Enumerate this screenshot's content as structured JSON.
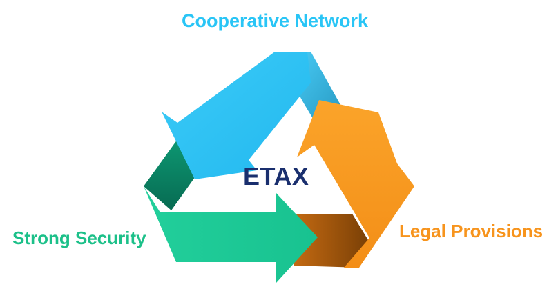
{
  "center": {
    "label": "ETAX",
    "color": "#1a2f6e"
  },
  "nodes": [
    {
      "id": "cooperative-network",
      "label": "Cooperative Network",
      "color": "#29c5f6"
    },
    {
      "id": "strong-security",
      "label": "Strong Security",
      "color": "#1cc089"
    },
    {
      "id": "legal-provisions",
      "label": "Legal Provisions",
      "color": "#f7941d"
    }
  ],
  "palette": {
    "blue_light": "#2fc6f4",
    "blue_dark": "#0f7fa8",
    "green_light": "#20cc98",
    "green_dark": "#0a7e62",
    "orange_light": "#f9a228",
    "orange_dark": "#a3580c"
  }
}
